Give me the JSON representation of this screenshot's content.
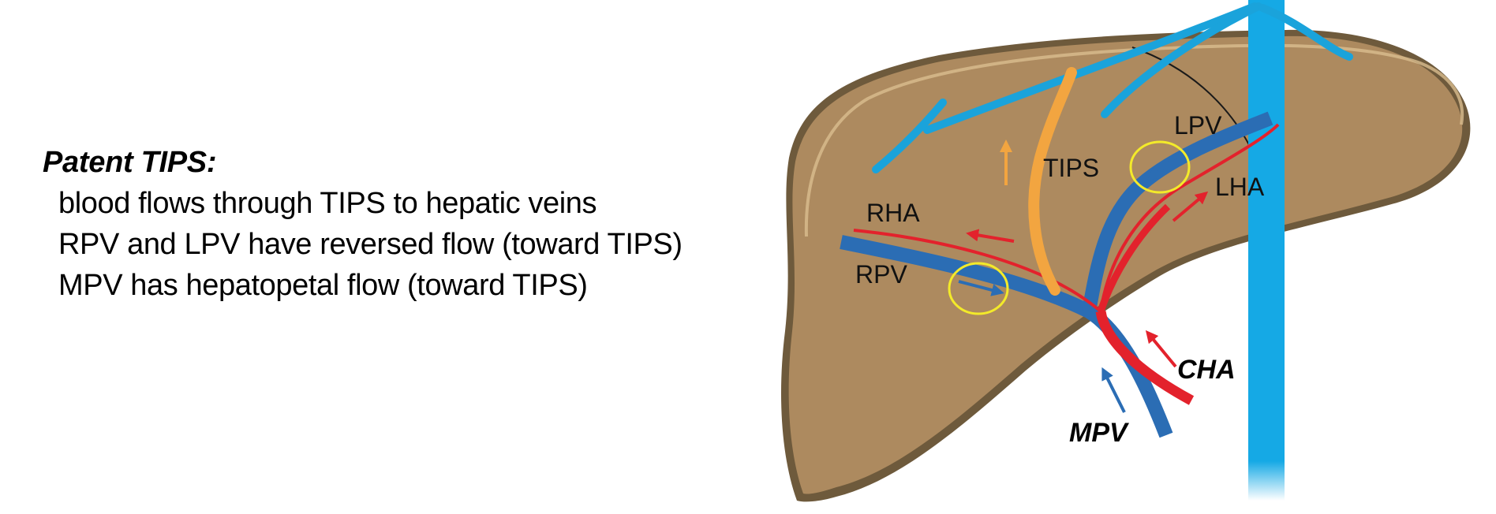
{
  "legend": {
    "title": "Patent TIPS:",
    "lines": [
      "blood flows through TIPS to hepatic veins",
      "RPV and LPV have reversed flow (toward TIPS)",
      "MPV has hepatopetal flow (toward TIPS)"
    ]
  },
  "labels": {
    "tips": "TIPS",
    "lpv": "LPV",
    "lha": "LHA",
    "rha": "RHA",
    "rpv": "RPV",
    "cha": "CHA",
    "mpv": "MPV"
  },
  "colors": {
    "liver_fill": "#ad8a5f",
    "liver_edge": "#6e5a3c",
    "liver_highlight": "#d9bd8f",
    "hepatic_veins": "#1aa3db",
    "ivc": "#15a9e5",
    "portal_vein": "#2b6db4",
    "hepatic_artery": "#e3222c",
    "tips_shunt": "#f2a540",
    "highlight_circle": "#f3ea2a"
  }
}
